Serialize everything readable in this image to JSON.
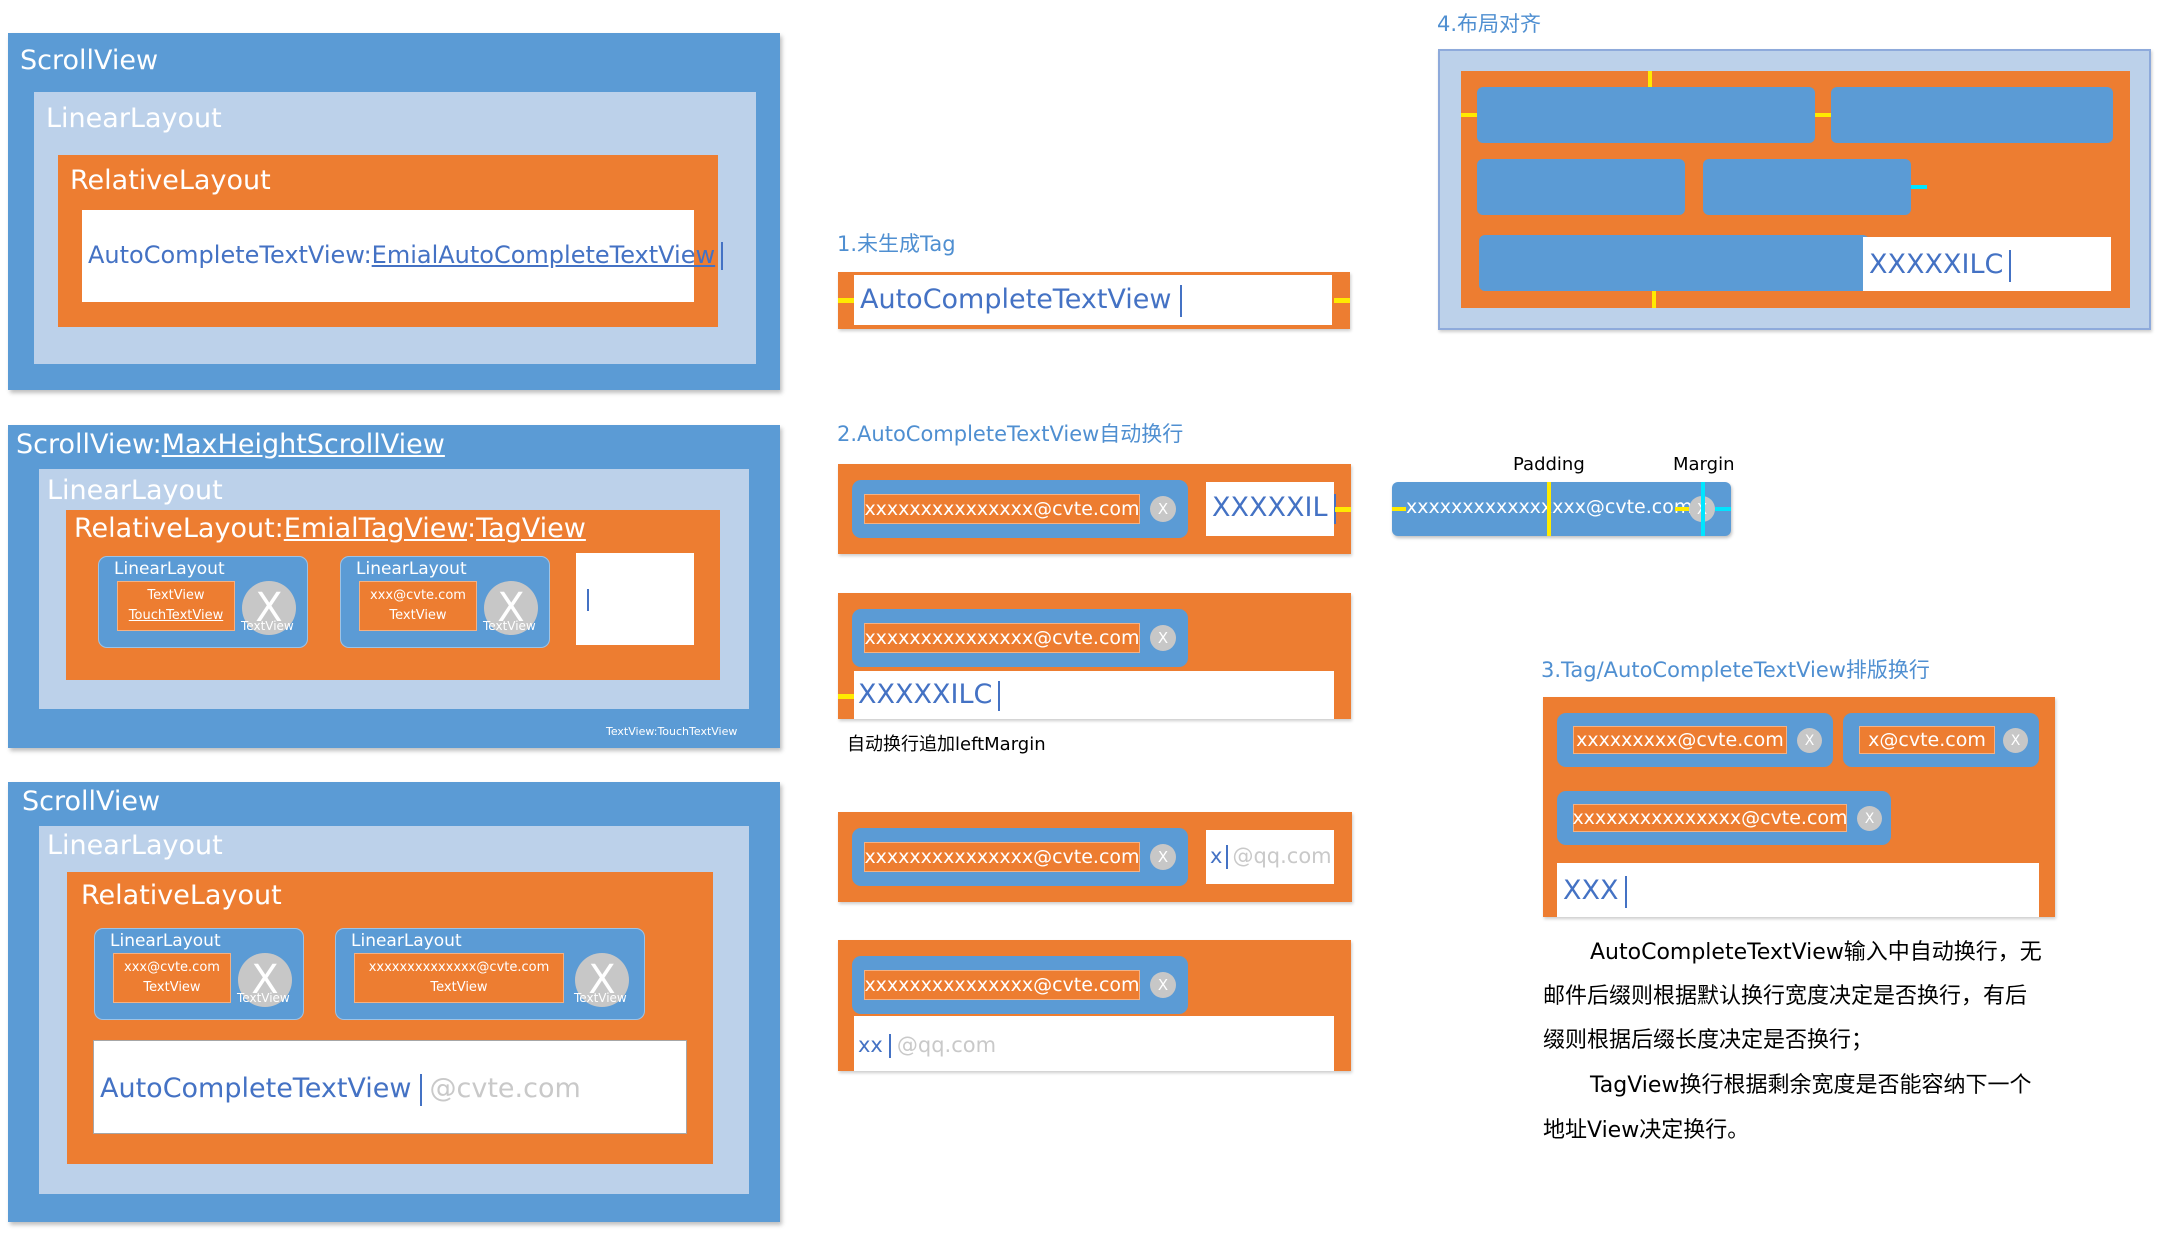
{
  "panel1": {
    "scrollview": "ScrollView",
    "linearlayout": "LinearLayout",
    "relativelayout": "RelativeLayout",
    "actv_prefix": "AutoCompleteTextView:",
    "actv_link": "EmialAutoCompleteTextView"
  },
  "panel2": {
    "scrollview_prefix": "ScrollView:",
    "scrollview_link": "MaxHeightScrollView",
    "linearlayout": "LinearLayout",
    "relativelayout_prefix": "RelativeLayout:",
    "emial_tag": "EmialTagView",
    "sep": ":",
    "tagview": "TagView",
    "tag1": {
      "label": "LinearLayout",
      "line1": "TextView",
      "line2": "TouchTextView",
      "x": "X",
      "xlabel": "TextView"
    },
    "tag2": {
      "label": "LinearLayout",
      "line1": "xxx@cvte.com",
      "line2": "TextView",
      "x": "X",
      "xlabel": "TextView"
    },
    "footer": "TextView:TouchTextView"
  },
  "panel3": {
    "scrollview": "ScrollView",
    "linearlayout": "LinearLayout",
    "relativelayout": "RelativeLayout",
    "tag1": {
      "label": "LinearLayout",
      "line1": "xxx@cvte.com",
      "line2": "TextView",
      "x": "X",
      "xlabel": "TextView"
    },
    "tag2": {
      "label": "LinearLayout",
      "line1": "xxxxxxxxxxxxxx@cvte.com",
      "line2": "TextView",
      "x": "X",
      "xlabel": "TextView"
    },
    "input_text": "AutoCompleteTextView",
    "input_hint": "@cvte.com"
  },
  "sec1": {
    "title": "1.未生成Tag",
    "input": "AutoCompleteTextView"
  },
  "sec2": {
    "title": "2.AutoCompleteTextView自动换行",
    "email": "xxxxxxxxxxxxxxx@cvte.com",
    "x": "X",
    "ex1_input": "XXXXXIL",
    "ex2_input": "XXXXXILC",
    "note": "自动换行追加leftMargin",
    "ex3_input": "x",
    "ex3_hint": "@qq.com",
    "ex4_input": "xx",
    "ex4_hint": "@qq.com"
  },
  "padding_demo": {
    "padding": "Padding",
    "margin": "Margin",
    "email": "xxxxxxxxxxxxxxxx@cvte.com",
    "x": "X"
  },
  "sec3": {
    "title": "3.Tag/AutoCompleteTextView排版换行",
    "tag1": "xxxxxxxxx@cvte.com",
    "tag2": "x@cvte.com",
    "tag3": "xxxxxxxxxxxxxxx@cvte.com",
    "x": "X",
    "input": "XXX",
    "desc1": "AutoCompleteTextView输入中自动换行，无",
    "desc2": "邮件后缀则根据默认换行宽度决定是否换行，有后",
    "desc3": "缀则根据后缀长度决定是否换行；",
    "desc4": "TagView换行根据剩余宽度是否能容纳下一个",
    "desc5": "地址View决定换行。"
  },
  "sec4": {
    "title": "4.布局对齐",
    "input": "XXXXXILC"
  }
}
